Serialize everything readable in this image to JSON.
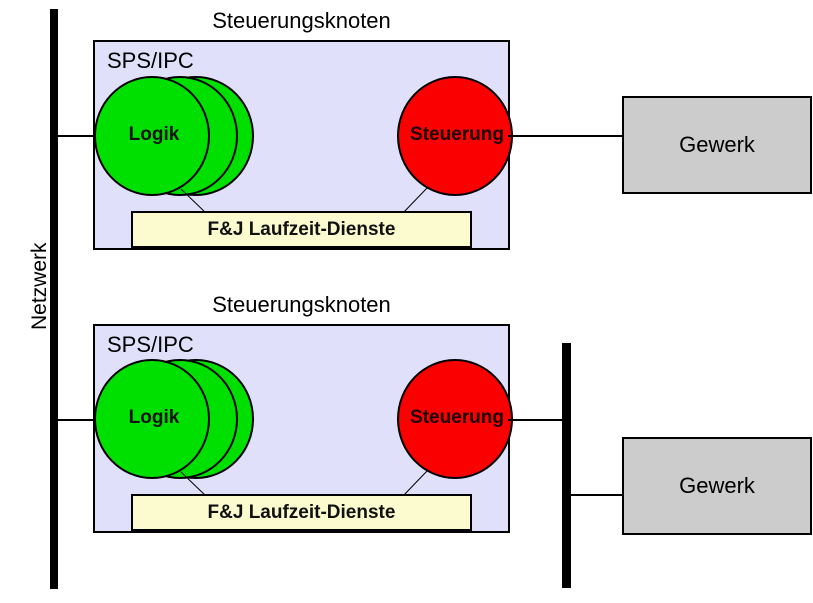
{
  "diagram": {
    "title_left_axis": "Netzwerk",
    "colors": {
      "node_fill": "#e0e0fa",
      "logic_fill": "#00e000",
      "control_fill": "#fa0000",
      "services_fill": "#fbfbcf",
      "plant_fill": "#cccccc",
      "bus_color": "#000000",
      "outline": "#000000"
    },
    "network_bus_primary_label": "Netzwerk",
    "nodes": [
      {
        "title": "Steuerungsknoten",
        "box_label": "SPS/IPC",
        "logic_label": "Logik",
        "control_label": "Steuerung",
        "services_label": "F&J Laufzeit-Dienste",
        "plant_label": "Gewerk"
      },
      {
        "title": "Steuerungsknoten",
        "box_label": "SPS/IPC",
        "logic_label": "Logik",
        "control_label": "Steuerung",
        "services_label": "F&J Laufzeit-Dienste",
        "plant_label": "Gewerk"
      }
    ]
  }
}
